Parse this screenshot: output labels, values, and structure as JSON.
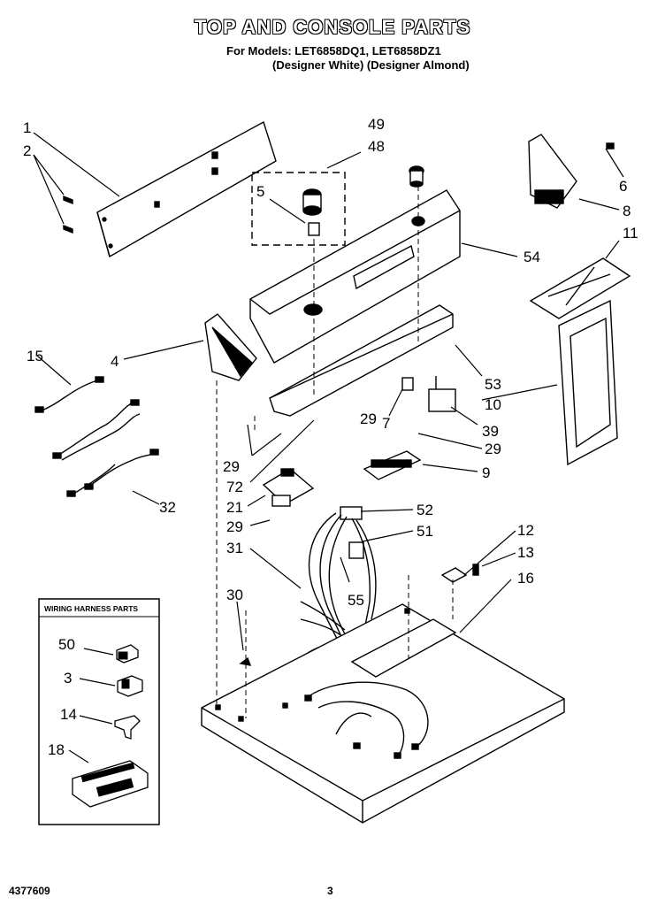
{
  "header": {
    "title": "TOP AND CONSOLE PARTS",
    "models_line": "For Models: LET6858DQ1, LET6858DZ1",
    "colors_line": "(Designer White) (Designer Almond)"
  },
  "inset": {
    "title": "WIRING HARNESS PARTS",
    "callouts": [
      "50",
      "3",
      "14",
      "18"
    ]
  },
  "callouts": [
    "1",
    "2",
    "49",
    "48",
    "5",
    "6",
    "8",
    "11",
    "54",
    "15",
    "4",
    "53",
    "10",
    "7",
    "39",
    "29",
    "72",
    "9",
    "21",
    "32",
    "52",
    "51",
    "31",
    "12",
    "13",
    "16",
    "30",
    "55"
  ],
  "footer": {
    "doc_number": "4377609",
    "page_number": "3"
  }
}
